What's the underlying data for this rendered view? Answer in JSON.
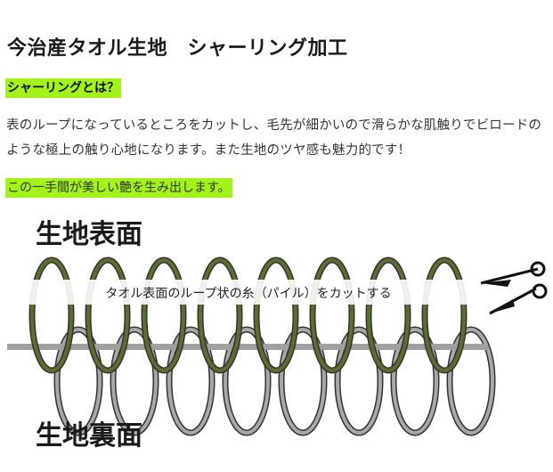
{
  "article": {
    "title": "今治産タオル生地　シャーリング加工",
    "section_heading": "シャーリングとは？",
    "description": "表のループになっているところをカットし、毛先が細かいので滑らかな肌触りでビロードのような極上の触り心地になります。また生地のツヤ感も魅力的です！",
    "highlight_text": "この一手間が美しい艶を生み出します。",
    "highlight_color": "#a3f21a"
  },
  "diagram": {
    "label_front": "生地表面",
    "label_back": "生地裏面",
    "cut_caption": "タオル表面のループ状の糸（パイル）をカットする",
    "pile_loop_count": 8,
    "colors": {
      "front_pile": "#5a6e2f",
      "back_pile": "#a8a8a8",
      "ground_thread": "#a0a0a0"
    },
    "icons": [
      "scissors-icon"
    ]
  }
}
